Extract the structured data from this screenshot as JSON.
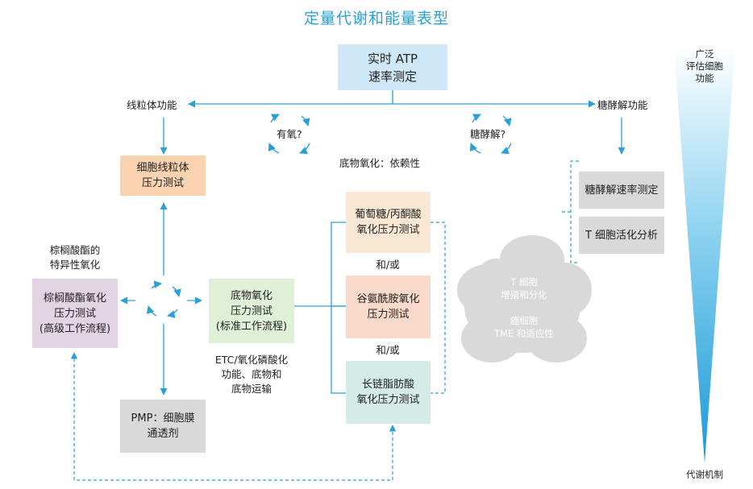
{
  "title": "定量代谢和能量表型",
  "atp_box": "实时 ATP\n速率测定",
  "mito_function": "线粒体功能",
  "glyco_function": "糖酵解功能",
  "aerobic_q": "有氧?",
  "glycolysis_q": "糖酵解?",
  "substrate_dependency": "底物氧化：依赖性",
  "mito_stress": "细胞线粒体\n压力测试",
  "palmitate_specific": "棕榈酸酯的\n特异性氧化",
  "palmitate_box": "棕榈酸酯氧化\n压力测试\n(高级工作流程)",
  "substrate_box": "底物氧化\n压力测试\n(标准工作流程)",
  "etc_text": "ETC/氧化磷酸化\n功能、底物和\n底物运输",
  "pmp_box": "PMP：细胞膜\n通透剂",
  "glucose_box": "葡萄糖/丙酮酸\n氧化压力测试",
  "andor_1": "和/或",
  "glutamine_box": "谷氨酰胺氧化\n压力测试",
  "andor_2": "和/或",
  "lcfa_box": "长链脂肪酸\n氧化压力测试",
  "glyco_rate_box": "糖酵解速率测定",
  "tcell_activation_box": "T 细胞活化分析",
  "cloud_t_cell": "T 细胞\n增殖和分化",
  "cloud_cancer": "癌细胞\nTME 和适应性",
  "scale_top": "广泛\n评估细胞\n功能",
  "scale_bottom": "代谢机制",
  "colors": {
    "title": "#2aa0d8",
    "arrow": "#2aa0d8",
    "atp": "#cfe8f7",
    "mito": "#f9d3b0",
    "palmitate": "#e3d4e3",
    "substrate": "#e0f0d7",
    "pmp": "#d9d9d9",
    "glucose": "#fbe8d4",
    "glutamine": "#f9d9c9",
    "lcfa": "#d5ebe6",
    "gray_box": "#d9d9d9",
    "cloud": "#d9d9d9"
  }
}
